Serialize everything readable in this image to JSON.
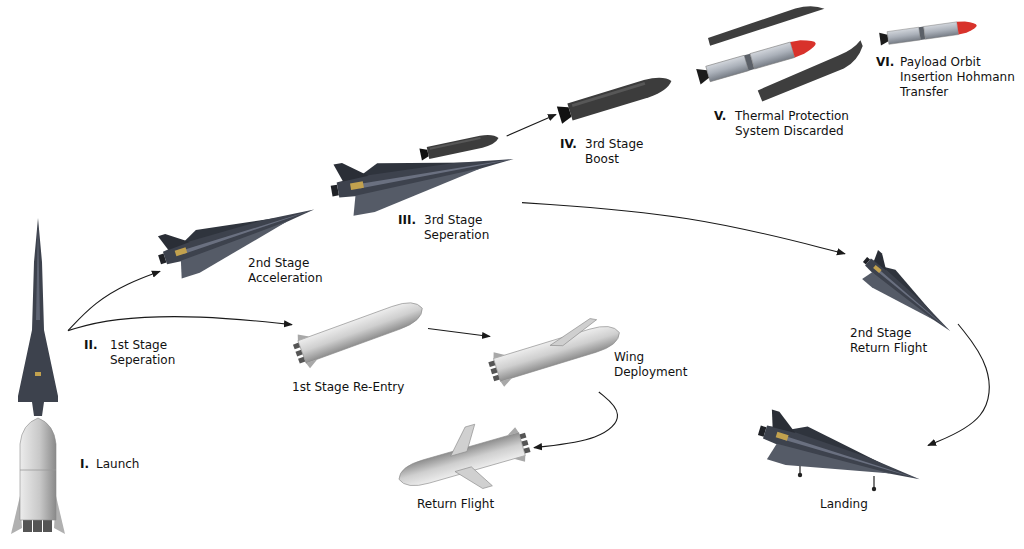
{
  "diagram": {
    "nodes": [
      {
        "text": [
          "I.",
          "Launch"
        ]
      },
      {
        "text": [
          "2nd Stage Acceleration"
        ]
      },
      {
        "text": [
          "1st Stage Re-Entry"
        ]
      },
      {
        "text": [
          "Wing Deployment"
        ]
      },
      {
        "text": [
          "Return Flight"
        ]
      },
      {
        "text": [
          "III.",
          "3rd Stage Seperation"
        ]
      },
      {
        "text": [
          "IV.",
          "3rd Stage Boost"
        ]
      },
      {
        "text": [
          "V.",
          "Thermal Protection System Discarded"
        ]
      },
      {
        "text": [
          "VI.",
          "Payload Orbit Insertion Hohmann Transfer"
        ]
      },
      {
        "text": [
          "2nd Stage Return Flight"
        ]
      },
      {
        "text": [
          "Landing"
        ]
      }
    ],
    "edges": [
      {
        "from": 0,
        "to": 1,
        "arrow": "to"
      },
      {
        "from": 0,
        "to": 2,
        "arrow": "to"
      },
      {
        "from": 2,
        "to": 3,
        "arrow": "to"
      },
      {
        "from": 3,
        "to": 4,
        "arrow": "to"
      },
      {
        "from": 5,
        "to": 6,
        "arrow": "to"
      },
      {
        "from": 5,
        "to": 9,
        "arrow": "to"
      },
      {
        "from": 9,
        "to": 10,
        "arrow": "to"
      }
    ],
    "labels": [
      "II.",
      "1st Stage Seperation"
    ]
  }
}
